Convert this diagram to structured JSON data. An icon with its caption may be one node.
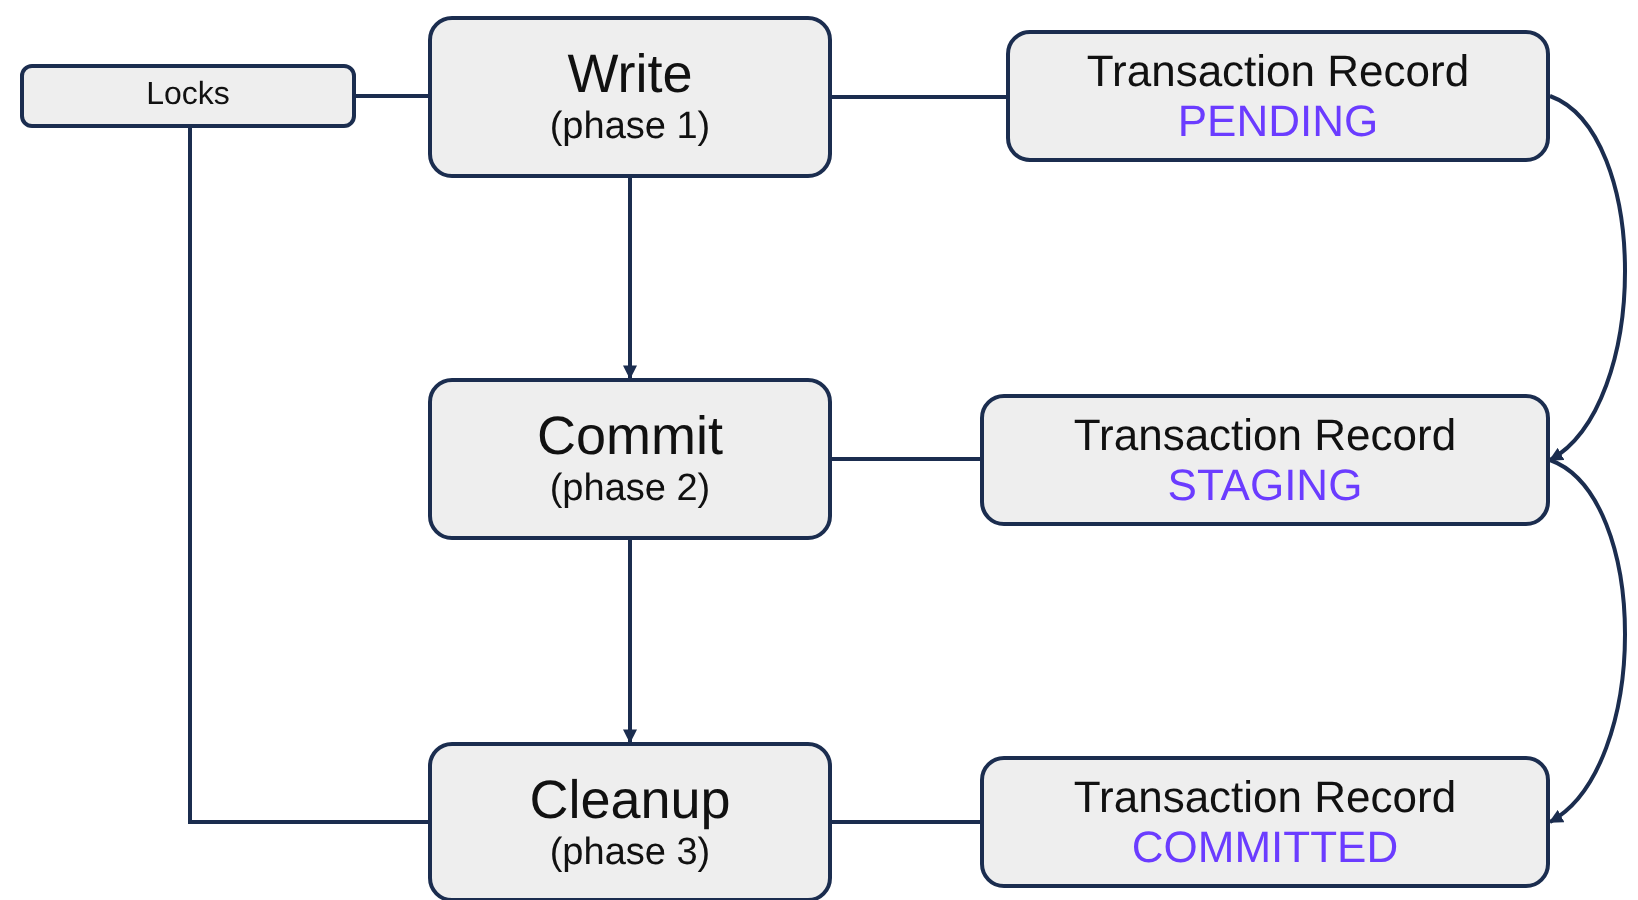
{
  "diagram": {
    "nodes": [
      {
        "text": [
          "Locks"
        ]
      },
      {
        "text": [
          "Write",
          "(phase 1)"
        ]
      },
      {
        "text": [
          "Transaction Record",
          "PENDING"
        ]
      },
      {
        "text": [
          "Commit",
          "(phase 2)"
        ]
      },
      {
        "text": [
          "Transaction Record",
          "STAGING"
        ]
      },
      {
        "text": [
          "Cleanup",
          "(phase 3)"
        ]
      },
      {
        "text": [
          "Transaction Record",
          "COMMITTED"
        ]
      }
    ],
    "edges": [
      {
        "from": 0,
        "to": 1,
        "arrow": "none"
      },
      {
        "from": 0,
        "to": 5,
        "arrow": "none"
      },
      {
        "from": 1,
        "to": 3,
        "arrow": "to"
      },
      {
        "from": 3,
        "to": 5,
        "arrow": "to"
      },
      {
        "from": 1,
        "to": 2,
        "arrow": "none"
      },
      {
        "from": 3,
        "to": 4,
        "arrow": "none"
      },
      {
        "from": 5,
        "to": 6,
        "arrow": "none"
      },
      {
        "from": 2,
        "to": 4,
        "arrow": "to"
      },
      {
        "from": 4,
        "to": 6,
        "arrow": "to"
      }
    ]
  }
}
